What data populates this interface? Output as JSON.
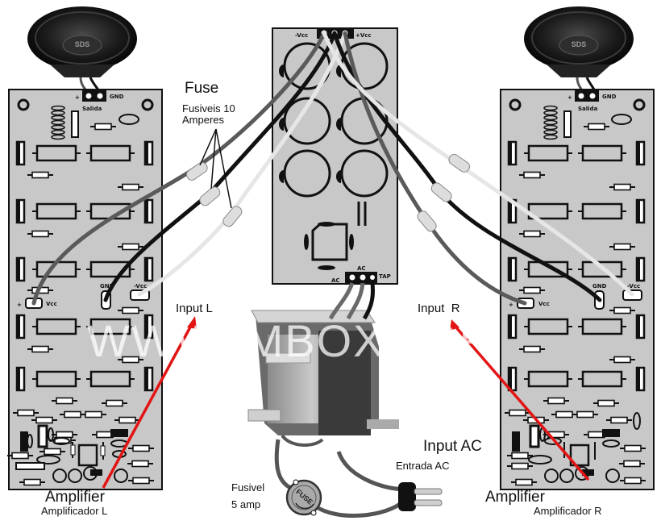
{
  "title": "Stereo amplifier wiring diagram",
  "labels": {
    "fuse_title": "Fuse",
    "fuse_sub_line1": "Fusiveis 10",
    "fuse_sub_line2": "Amperes",
    "input_l": "Input L",
    "input_r": "Input  R",
    "input_ac": "Input AC",
    "entrada_ac": "Entrada AC",
    "fusivel_line1": "Fusivel",
    "fusivel_line2": "5 amp",
    "amp_l_title": "Amplifier",
    "amp_l_sub": "Amplificador L",
    "amp_r_title": "Amplifier",
    "amp_r_sub": "Amplificador R",
    "watermark": "WWW.  MBOX.     .BR"
  },
  "power_board": {
    "neg_vcc": "-Vcc",
    "pos_vcc": "+Vcc",
    "ac_top": "AC",
    "ac_left": "AC",
    "tap": "TAP"
  },
  "amp_board_left": {
    "plus": "+",
    "gnd": "GND",
    "salida": "Salida",
    "vcc_plus_pad": "Vcc",
    "gnd_pad": "GND",
    "vcc_minus_pad": "-Vcc"
  },
  "amp_board_right": {
    "plus": "+",
    "gnd": "GND",
    "salida": "Salida",
    "vcc_plus_pad": "Vcc",
    "gnd_pad": "GND",
    "vcc_minus_pad": "-Vcc"
  },
  "speaker_brand": "SDS",
  "fuse_holder_text": "FUSE",
  "colors": {
    "pcb": "#c8c8c8",
    "wire_black": "#111111",
    "wire_gray": "#5a5a5a",
    "wire_white": "#e6e6e6",
    "arrow_red": "#e21414"
  }
}
